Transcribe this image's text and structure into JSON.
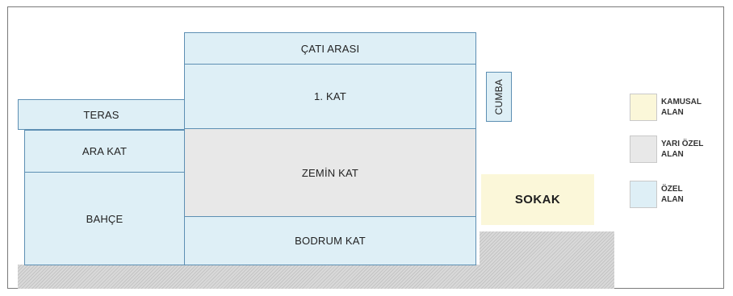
{
  "colors": {
    "kamusal": "#fbf7d9",
    "yari_ozel": "#e8e8e8",
    "ozel": "#deeff6",
    "border": "#5d8fb3",
    "ground": "#d3d3d3"
  },
  "spaces": {
    "cati_arasi": "ÇATI ARASI",
    "kat1": "1. KAT",
    "cumba": "CUMBA",
    "teras": "TERAS",
    "ara_kat": "ARA KAT",
    "zemin_kat": "ZEMİN KAT",
    "bahce": "BAHÇE",
    "bodrum_kat": "BODRUM KAT",
    "sokak": "SOKAK"
  },
  "legend": [
    {
      "label_line1": "KAMUSAL",
      "label_line2": "ALAN",
      "color": "#fbf7d9"
    },
    {
      "label_line1": "YARI ÖZEL",
      "label_line2": "ALAN",
      "color": "#e8e8e8"
    },
    {
      "label_line1": "ÖZEL",
      "label_line2": "ALAN",
      "color": "#deeff6"
    }
  ]
}
